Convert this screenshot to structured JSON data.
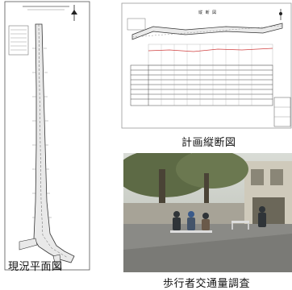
{
  "figures": [
    {
      "caption": "現況平面図",
      "description_kind": "site-plan-drawing"
    },
    {
      "caption": "計画縦断図",
      "description_kind": "longitudinal-profile-drawing"
    },
    {
      "caption": "歩行者交通量調査",
      "description_kind": "survey-photo"
    }
  ],
  "profile_sheet": {
    "title": "縦 断 図"
  },
  "colors": {
    "line": "#333333",
    "road_fill": "#eeeeee",
    "photo_ground": "#8a8a86",
    "photo_trees": "#4d5a3a"
  }
}
